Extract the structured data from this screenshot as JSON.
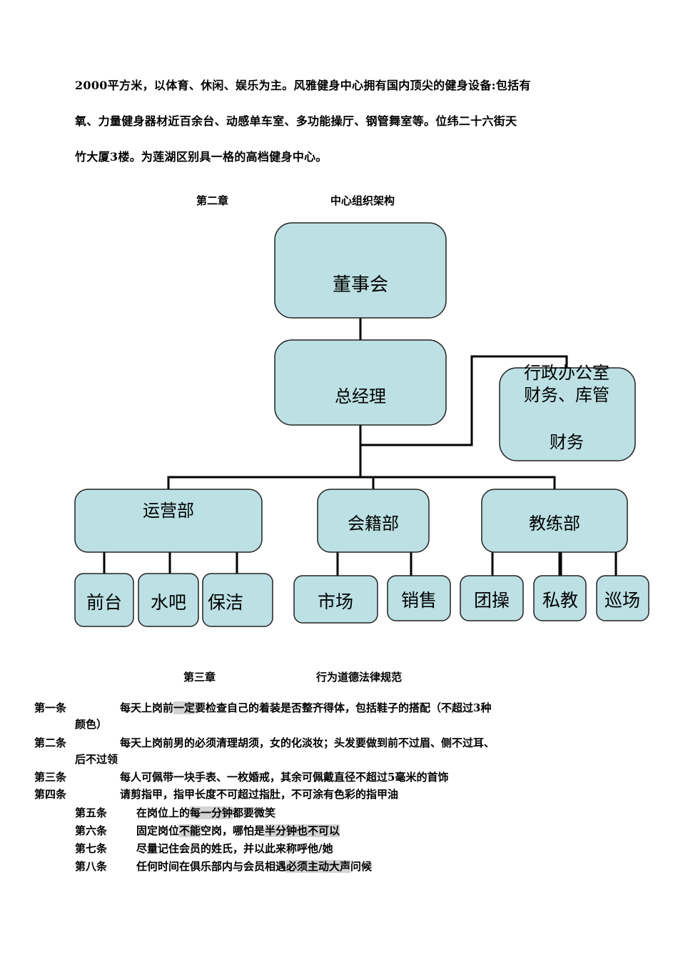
{
  "intro": {
    "lines": [
      "2000平方米，以体育、休闲、娱乐为主。风雅健身中心拥有国内顶尖的健身设备:包括有",
      "氧、力量健身器材近百余台、动感单车室、多功能操厅、钢管舞室等。位纬二十六街天",
      "竹大厦3楼。为莲湖区别具一格的高档健身中心。"
    ]
  },
  "chapter2": {
    "number": "第二章",
    "title": "中心组织架构"
  },
  "org": {
    "board": "董事会",
    "gm": "总经理",
    "admin": {
      "line1": "行政办公室",
      "line2": "财务、库管",
      "line3": "财务"
    },
    "departments": [
      {
        "name": "运营部",
        "units": [
          "前台",
          "水吧",
          "保洁"
        ]
      },
      {
        "name": "会籍部",
        "units": [
          "市场",
          "销售"
        ]
      },
      {
        "name": "教练部",
        "units": [
          "团操",
          "私教",
          "巡场"
        ]
      }
    ],
    "box_color": "#bce0e4"
  },
  "chapter3": {
    "number": "第三章",
    "title": "行为道德法律规范"
  },
  "articles": [
    {
      "num": "第一条",
      "pre": "每天上岗前",
      "hl": "一定",
      "post": "要检查自己的着装是否整齐得体，包括鞋子的搭配（不超过3种",
      "cont": "颜色）"
    },
    {
      "num": "第二条",
      "pre": "每天上岗前男的必须清理胡须，女的化淡妆；头发要做到前不过眉、侧不过耳、",
      "cont": "后不过领"
    },
    {
      "num": "第三条",
      "pre": "每人可佩带一块手表、一枚婚戒，其余可佩戴直径不超过5毫米的首饰"
    },
    {
      "num": "第四条",
      "pre": "请剪指甲，指甲长度不可超过指肚，不可涂有色彩的指甲油"
    },
    {
      "num": "第五条",
      "pre": "在岗位上的",
      "hl": "每一分钟",
      "post": "都要微笑"
    },
    {
      "num": "第六条",
      "pre": "固定岗位",
      "hl": "不能",
      "mid": "空岗，哪怕是",
      "hl2": "半分钟也不可以"
    },
    {
      "num": "第七条",
      "pre": "尽量记住会员的姓氏，并以此来称呼他/她"
    },
    {
      "num": "第八条",
      "pre": "任何时间在俱乐部内与会员相遇",
      "hl": "必须主动大声",
      "post": "问候"
    }
  ]
}
